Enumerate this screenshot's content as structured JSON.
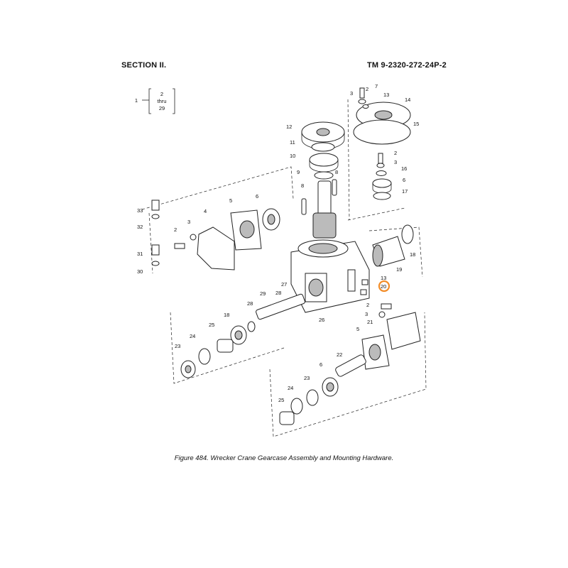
{
  "header": {
    "section": "SECTION II.",
    "manual_number": "TM 9-2320-272-24P-2"
  },
  "bracket": {
    "item": "1",
    "line1": "2",
    "line2": "thru",
    "line3": "29"
  },
  "callouts": {
    "c2a": "2",
    "c3a": "3",
    "c7": "7",
    "c13a": "13",
    "c14": "14",
    "c15": "15",
    "c12": "12",
    "c11": "11",
    "c10": "10",
    "c9": "9",
    "c8a": "8",
    "c8b": "8",
    "c2b": "2",
    "c3b": "3",
    "c16": "16",
    "c6a": "6",
    "c17": "17",
    "c33": "33",
    "c32": "32",
    "c31": "31",
    "c30": "30",
    "c2c": "2",
    "c3c": "3",
    "c4": "4",
    "c5a": "5",
    "c6b": "6",
    "c18a": "18",
    "c19": "19",
    "c13b": "13",
    "c20": "20",
    "c27": "27",
    "c28a": "28",
    "c29": "29",
    "c28b": "28",
    "c26": "26",
    "c18b": "18",
    "c25a": "25",
    "c24a": "24",
    "c23a": "23",
    "c2d": "2",
    "c3d": "3",
    "c5b": "5",
    "c21": "21",
    "c22": "22",
    "c6c": "6",
    "c23b": "23",
    "c24b": "24",
    "c25b": "25"
  },
  "highlight_color": "#f28c28",
  "caption": "Figure 484.  Wrecker Crane Gearcase Assembly and Mounting Hardware."
}
